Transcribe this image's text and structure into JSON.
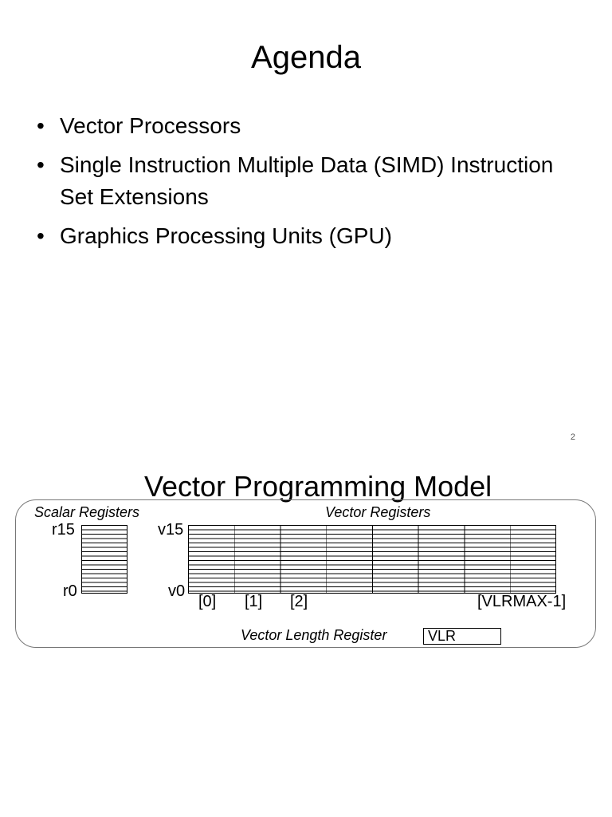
{
  "slide1": {
    "title": "Agenda",
    "bullets": [
      {
        "text": "Vector Processors"
      },
      {
        "text": "Single Instruction Multiple Data (SIMD) Instruction Set Extensions"
      },
      {
        "text": "Graphics Processing Units (GPU)"
      }
    ],
    "bullet_glyph": "•",
    "page_number": "2"
  },
  "slide2": {
    "title": "Vector Programming Model",
    "scalar_label": "Scalar Registers",
    "vector_label": "Vector Registers",
    "scalar_top": "r15",
    "scalar_bottom": "r0",
    "vector_top": "v15",
    "vector_bottom": "v0",
    "indices": [
      "[0]",
      "[1]",
      "[2]",
      "[VLRMAX-1]"
    ],
    "vlr_label": "Vector Length Register",
    "vlr_value": "VLR"
  }
}
